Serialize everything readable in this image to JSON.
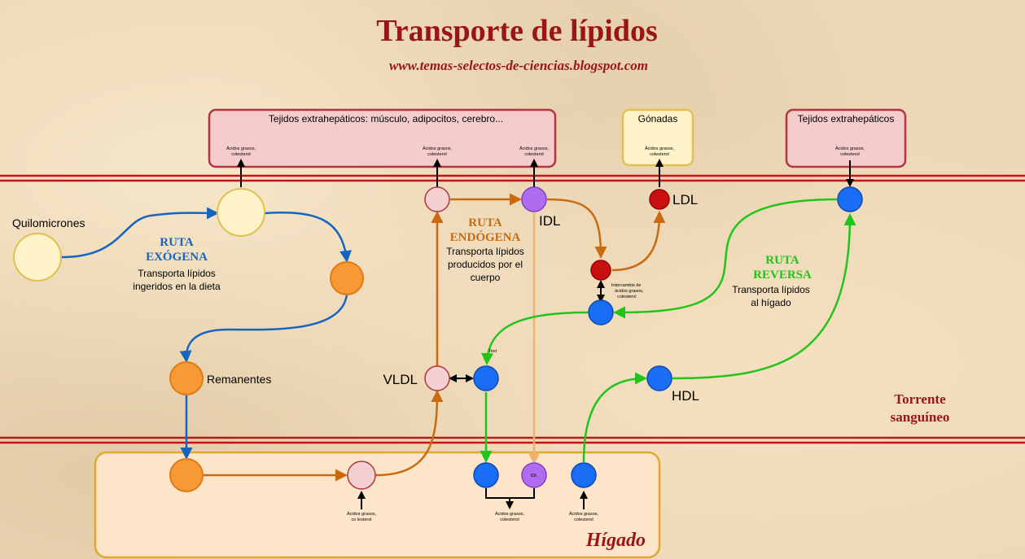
{
  "title": "Transporte de lípidos",
  "url": "www.temas-selectos-de-ciencias.blogspot.com",
  "boxes": {
    "extrahepatic_main": "Tejidos extrahepáticos: músculo, adipocitos, cerebro...",
    "gonads": "Gónadas",
    "extrahepatic_right": "Tejidos extrahepáticos",
    "liver": "Hígado"
  },
  "small_labels": {
    "fatty_acids_line1": "Ácidos grasos,",
    "fatty_acids_line2": "colesterol",
    "liver_fa_line2": "co lesterol",
    "exchange_line1": "Intercambio de",
    "exchange_line2": "ácidos grasos,",
    "exchange_line3": "colesterol",
    "text_placeholder": "Text",
    "idl_inner": "IDL"
  },
  "labels": {
    "quilomicrones": "Quilomicrones",
    "remanentes": "Remanentes",
    "vldl": "VLDL",
    "idl": "IDL",
    "ldl": "LDL",
    "hdl": "HDL",
    "torrente_line1": "Torrente",
    "torrente_line2": "sanguíneo"
  },
  "routes": {
    "exogena": {
      "name_line1": "RUTA",
      "name_line2": "EXÓGENA",
      "desc_line1": "Transporta lípidos",
      "desc_line2": "ingeridos en la dieta"
    },
    "endogena": {
      "name_line1": "RUTA",
      "name_line2": "ENDÓGENA",
      "desc_line1": "Transporta lípidos",
      "desc_line2": "producidos por el",
      "desc_line3": "cuerpo"
    },
    "reversa": {
      "name_line1": "RUTA",
      "name_line2": "REVERSA",
      "desc_line1": "Transporta lípidos",
      "desc_line2": "al hígado"
    }
  },
  "colors": {
    "title_red": "#9a1616",
    "exogenous_blue": "#1565c0",
    "endogenous_orange": "#c96a10",
    "reverse_green": "#22c41a",
    "vessel_red": "#c0161a",
    "chylomicron_fill": "#fdf2c8",
    "remnant_orange": "#f79a35",
    "vldl_pink": "#f5d0d0",
    "idl_purple": "#b06cf0",
    "ldl_red": "#c81010",
    "hdl_blue": "#1a6ef5",
    "liver_fill": "#fce5c8",
    "tissue_pink": "#f5cccc"
  }
}
